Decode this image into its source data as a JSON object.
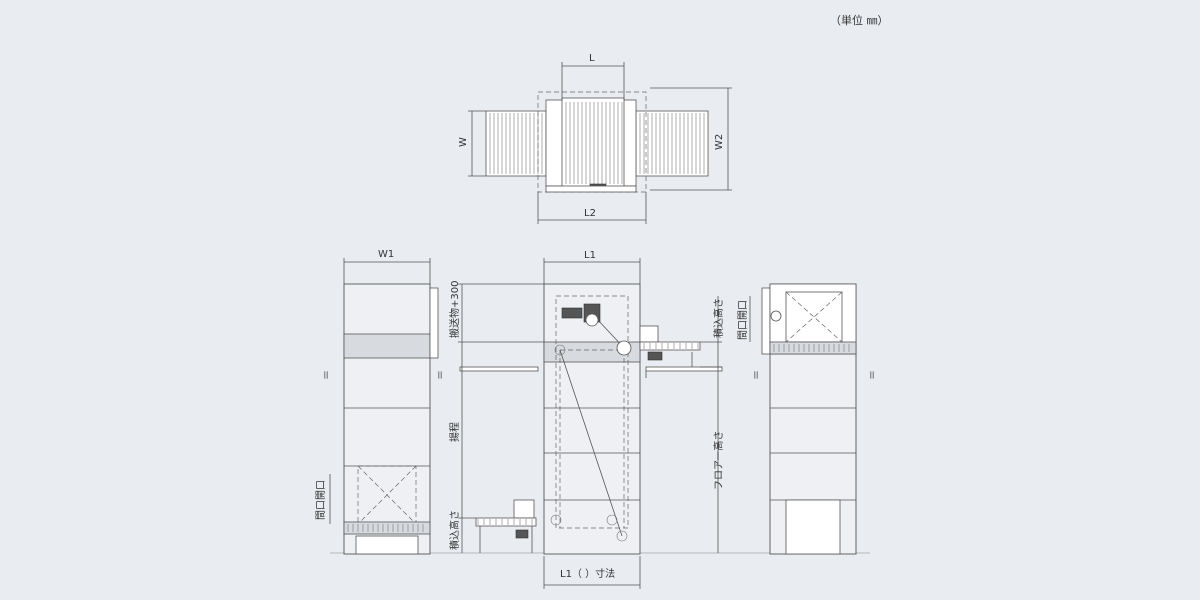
{
  "unit_label": "（単位 ㎜）",
  "dims": {
    "L": "L",
    "W": "W",
    "W2": "W2",
    "L2": "L2",
    "W1": "W1",
    "L1": "L1",
    "L1_bracket": "L1（ ）寸法",
    "load_plus": "搬送物+300",
    "lift_stroke": "揚程",
    "load_height_left": "積込高さ",
    "load_height_right": "積込高さ",
    "floor_height": "フロアー高さ",
    "opening_left": "間口開口",
    "opening_right": "間口開口",
    "break_mark": "＝"
  }
}
